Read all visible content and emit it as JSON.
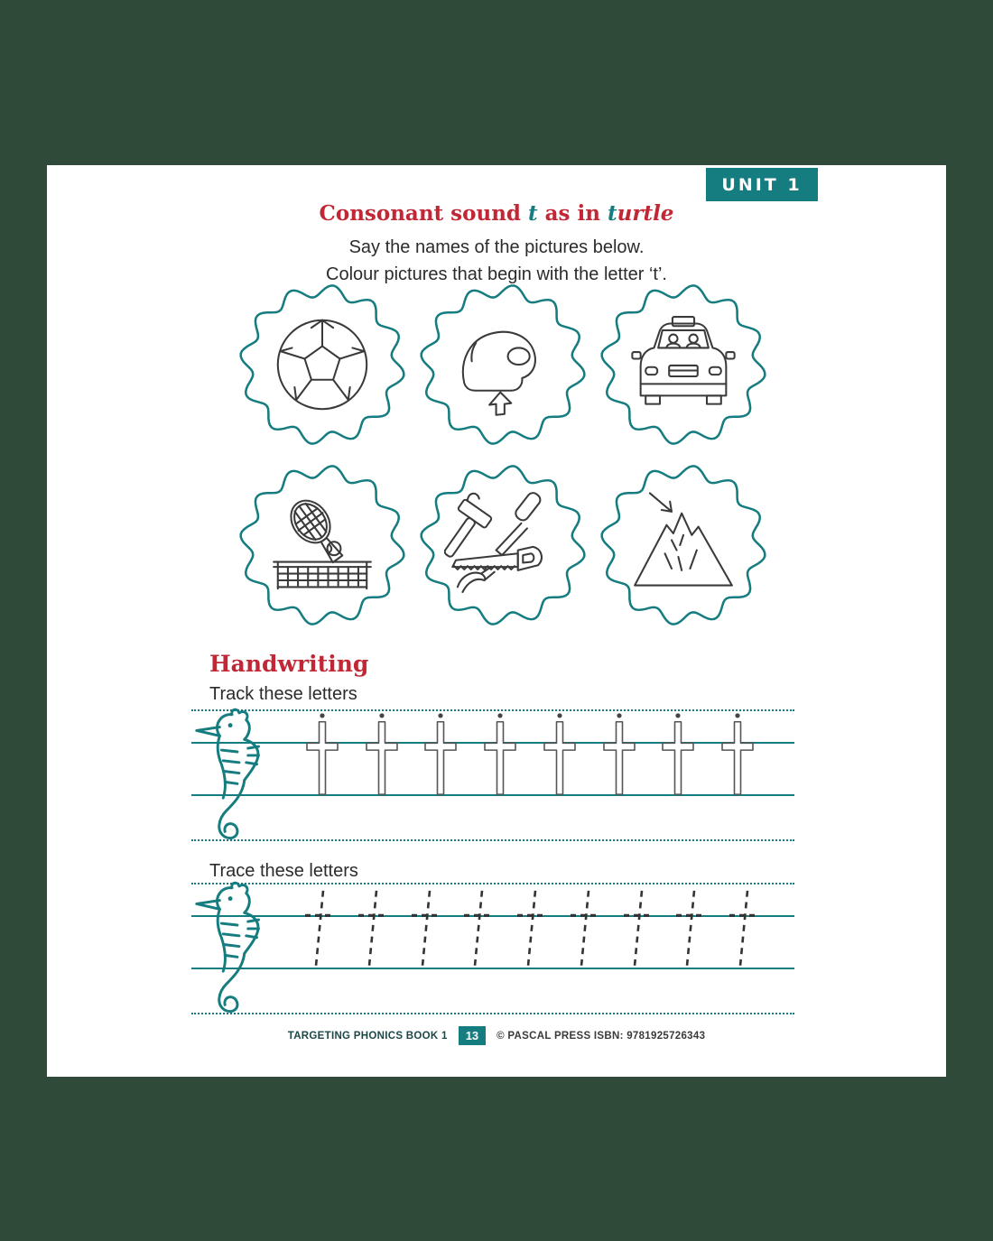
{
  "unit_badge": "UNIT 1",
  "title": {
    "lead": "Consonant sound ",
    "t": "t",
    "mid": " as in ",
    "word_t": "t",
    "word_rest": "urtle"
  },
  "instructions": [
    "Say the names of the pictures below.",
    "Colour pictures that begin with the letter ‘t’."
  ],
  "pictures": [
    {
      "name": "ball"
    },
    {
      "name": "toe"
    },
    {
      "name": "taxi"
    },
    {
      "name": "tennis"
    },
    {
      "name": "tools"
    },
    {
      "name": "top-of-mountain"
    }
  ],
  "handwriting": {
    "heading": "Handwriting",
    "track_label": "Track these letters",
    "trace_label": "Trace these letters",
    "letter": "t",
    "track_letter_count": 8,
    "trace_letter_count": 9
  },
  "footer": {
    "book_title": "TARGETING PHONICS BOOK 1",
    "page_number": "13",
    "imprint": "© PASCAL PRESS   ISBN: 9781925726343"
  },
  "colors": {
    "teal": "#157c80",
    "red": "#c22735",
    "outer_background": "#2f4a39",
    "page_background": "#ffffff"
  }
}
